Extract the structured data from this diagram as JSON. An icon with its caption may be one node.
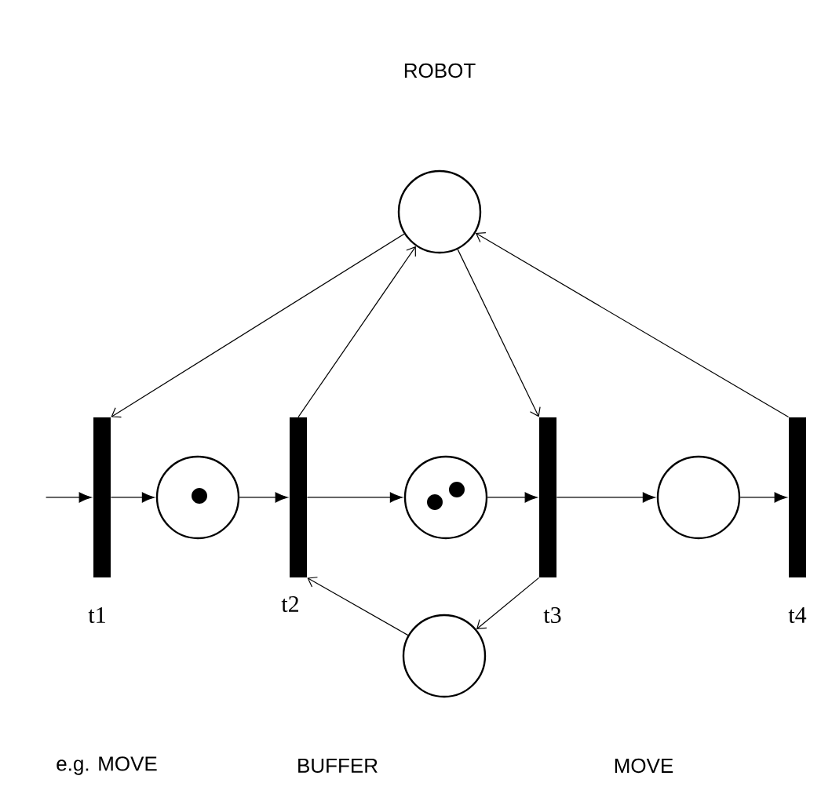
{
  "diagram": {
    "nodes": [
      {
        "text": [
          "ROBOT"
        ]
      },
      {
        "text": [
          "t1"
        ]
      },
      {
        "text": [],
        "shape": "circle"
      },
      {
        "text": [
          "t2"
        ]
      },
      {
        "text": [],
        "shape": "circle"
      },
      {
        "text": [
          "t3"
        ]
      },
      {
        "text": [],
        "shape": "circle"
      },
      {
        "text": [
          "t4"
        ]
      },
      {
        "text": [],
        "shape": "circle"
      }
    ],
    "edges": [
      {
        "from": null,
        "to": 1,
        "arrow": "to"
      },
      {
        "from": 1,
        "to": 2,
        "arrow": "to"
      },
      {
        "from": 2,
        "to": 3,
        "arrow": "to"
      },
      {
        "from": 3,
        "to": 4,
        "arrow": "to"
      },
      {
        "from": 4,
        "to": 5,
        "arrow": "to"
      },
      {
        "from": 5,
        "to": 6,
        "arrow": "to"
      },
      {
        "from": 6,
        "to": 7,
        "arrow": "to"
      },
      {
        "from": 0,
        "to": 1,
        "arrow": "to"
      },
      {
        "from": 3,
        "to": 0,
        "arrow": "to"
      },
      {
        "from": 0,
        "to": 5,
        "arrow": "to"
      },
      {
        "from": 7,
        "to": 0,
        "arrow": "to"
      },
      {
        "from": 5,
        "to": 8,
        "arrow": "to"
      },
      {
        "from": 8,
        "to": 3,
        "arrow": "to"
      }
    ],
    "labels": [
      "e.g. MOVE",
      "BUFFER",
      "MOVE"
    ]
  }
}
